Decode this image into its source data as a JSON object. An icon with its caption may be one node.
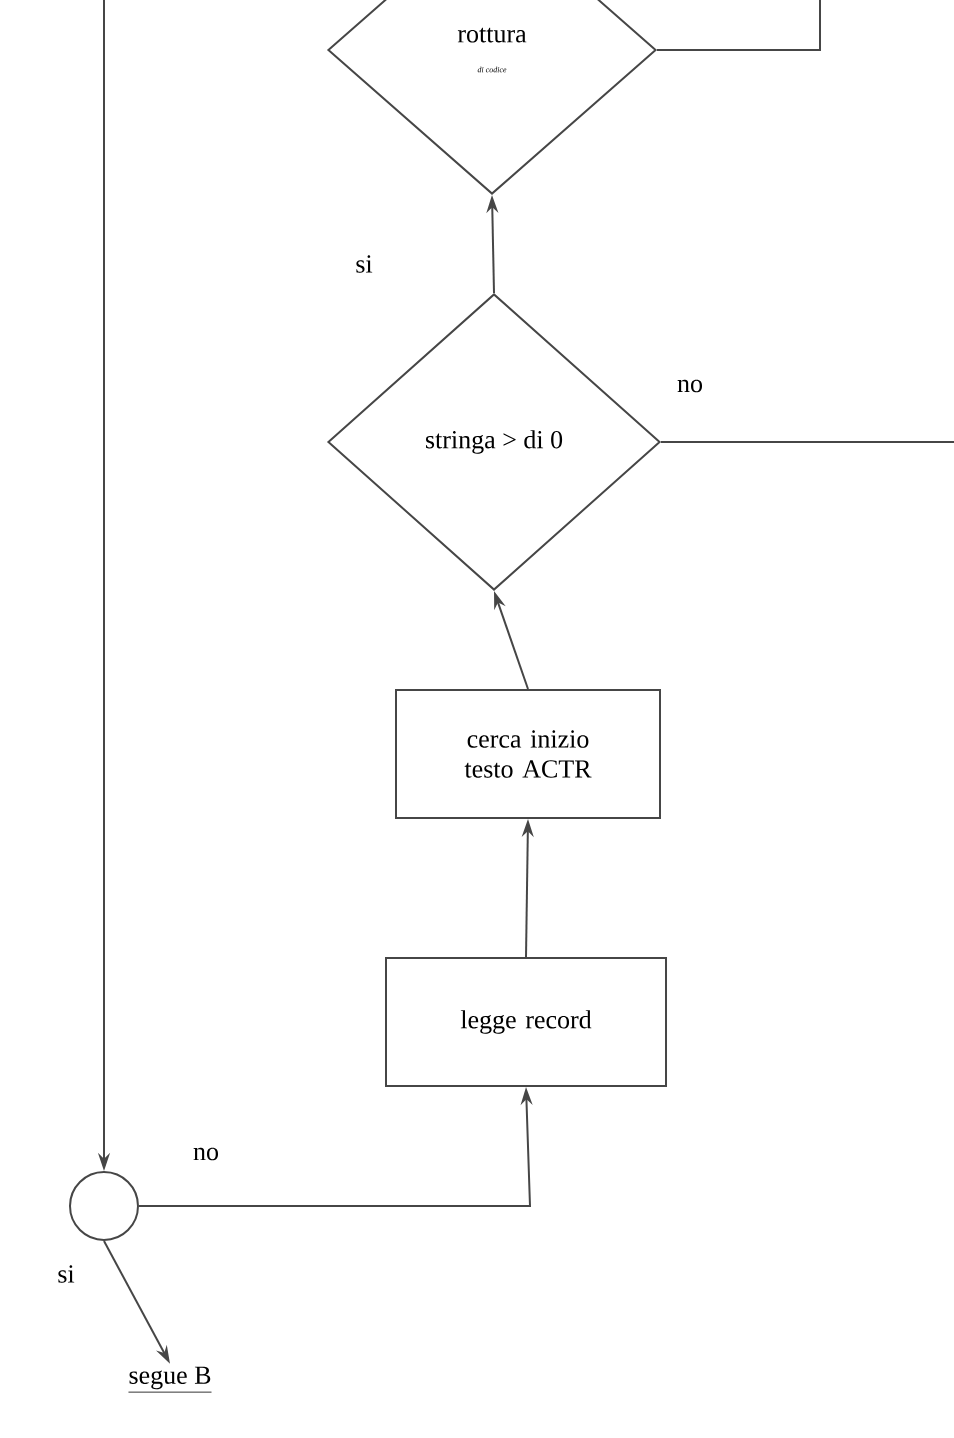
{
  "diagram": {
    "nodes": [
      {
        "text": [
          "rottura",
          "di codice"
        ]
      },
      {
        "text": [
          "stringa > di 0"
        ]
      },
      {
        "text": [
          "cerca inizio testo ACTR"
        ]
      },
      {
        "text": [
          "legge record"
        ]
      },
      {
        "text": [],
        "shape": "circle"
      },
      {
        "text": [
          "segue B"
        ]
      }
    ],
    "edges": [
      {
        "from": 0,
        "to": null,
        "arrow": "none"
      },
      {
        "from": 1,
        "to": 0,
        "arrow": "to",
        "label": "si"
      },
      {
        "from": 1,
        "to": null,
        "arrow": "none",
        "label": "no"
      },
      {
        "from": 2,
        "to": 1,
        "arrow": "to"
      },
      {
        "from": 3,
        "to": 2,
        "arrow": "to"
      },
      {
        "from": null,
        "to": 4,
        "arrow": "to"
      },
      {
        "from": 4,
        "to": 3,
        "arrow": "to",
        "label": "no"
      },
      {
        "from": 4,
        "to": 5,
        "arrow": "to",
        "label": "si"
      }
    ]
  }
}
